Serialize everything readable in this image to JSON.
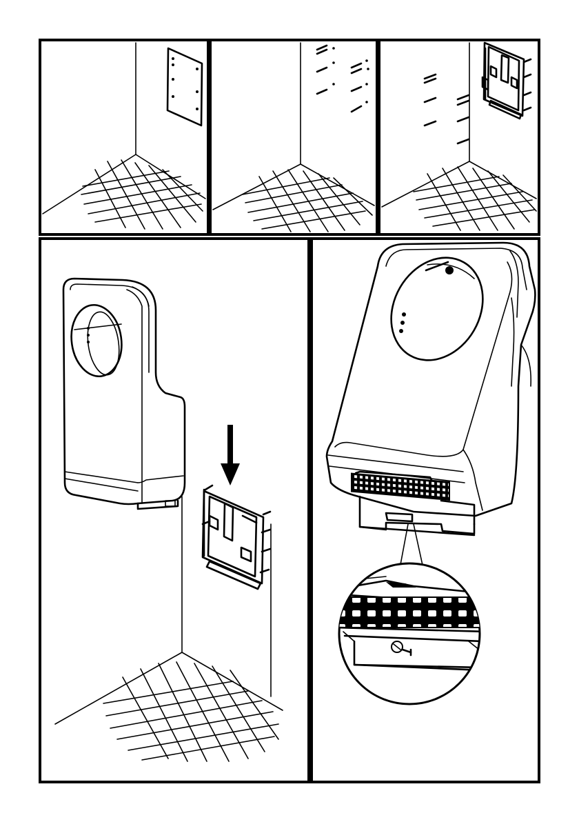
{
  "figure": {
    "description_free": true,
    "panel_count": 5,
    "steps": [
      {
        "step": 1,
        "content": "template-on-wall"
      },
      {
        "step": 2,
        "content": "drill-holes-and-anchors"
      },
      {
        "step": 3,
        "content": "mount-bracket"
      },
      {
        "step": 4,
        "content": "hang-dryer-on-bracket"
      },
      {
        "step": 5,
        "content": "secure-bottom-screw"
      }
    ]
  },
  "colors": {
    "ink": "#000000",
    "paper": "#ffffff"
  }
}
